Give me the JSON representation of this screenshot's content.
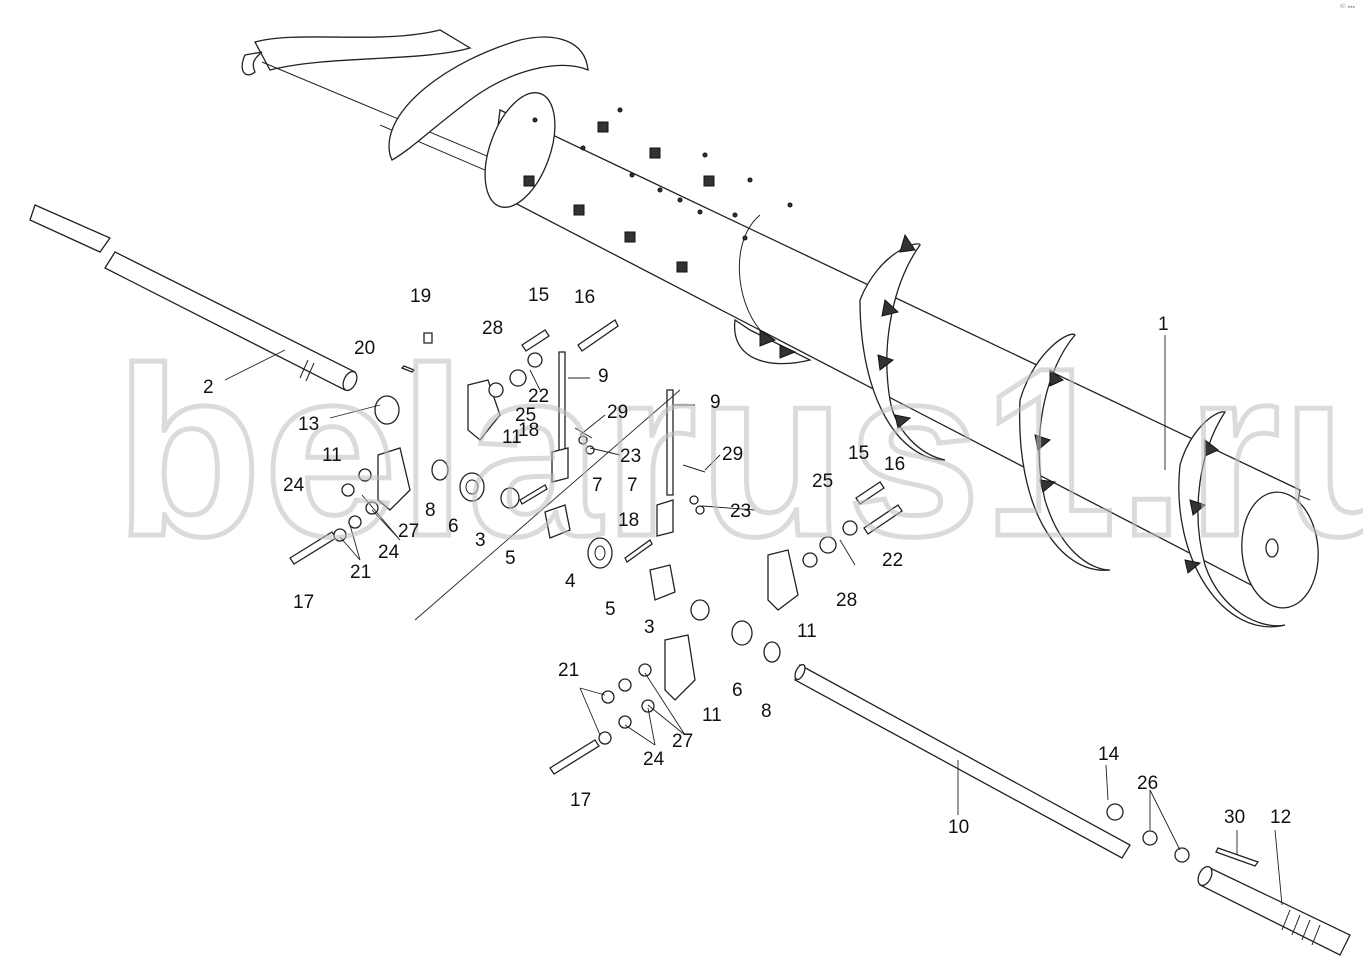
{
  "watermark": "belarus1.ru",
  "corner_mark": "ᵃᴰ ▪▪▪",
  "callouts": [
    {
      "id": "c1",
      "label": "1"
    },
    {
      "id": "c2",
      "label": "2"
    },
    {
      "id": "c3a",
      "label": "3"
    },
    {
      "id": "c3b",
      "label": "3"
    },
    {
      "id": "c4",
      "label": "4"
    },
    {
      "id": "c5a",
      "label": "5"
    },
    {
      "id": "c5b",
      "label": "5"
    },
    {
      "id": "c6a",
      "label": "6"
    },
    {
      "id": "c6b",
      "label": "6"
    },
    {
      "id": "c7a",
      "label": "7"
    },
    {
      "id": "c7b",
      "label": "7"
    },
    {
      "id": "c8a",
      "label": "8"
    },
    {
      "id": "c8b",
      "label": "8"
    },
    {
      "id": "c9a",
      "label": "9"
    },
    {
      "id": "c9b",
      "label": "9"
    },
    {
      "id": "c10",
      "label": "10"
    },
    {
      "id": "c11a",
      "label": "11"
    },
    {
      "id": "c11b",
      "label": "11"
    },
    {
      "id": "c11c",
      "label": "11"
    },
    {
      "id": "c11d",
      "label": "11"
    },
    {
      "id": "c12",
      "label": "12"
    },
    {
      "id": "c13",
      "label": "13"
    },
    {
      "id": "c14",
      "label": "14"
    },
    {
      "id": "c15a",
      "label": "15"
    },
    {
      "id": "c15b",
      "label": "15"
    },
    {
      "id": "c16a",
      "label": "16"
    },
    {
      "id": "c16b",
      "label": "16"
    },
    {
      "id": "c17a",
      "label": "17"
    },
    {
      "id": "c17b",
      "label": "17"
    },
    {
      "id": "c18a",
      "label": "18"
    },
    {
      "id": "c18b",
      "label": "18"
    },
    {
      "id": "c19",
      "label": "19"
    },
    {
      "id": "c20",
      "label": "20"
    },
    {
      "id": "c21a",
      "label": "21"
    },
    {
      "id": "c21b",
      "label": "21"
    },
    {
      "id": "c22a",
      "label": "22"
    },
    {
      "id": "c22b",
      "label": "22"
    },
    {
      "id": "c23a",
      "label": "23"
    },
    {
      "id": "c23b",
      "label": "23"
    },
    {
      "id": "c24a",
      "label": "24"
    },
    {
      "id": "c24b",
      "label": "24"
    },
    {
      "id": "c24c",
      "label": "24"
    },
    {
      "id": "c25a",
      "label": "25"
    },
    {
      "id": "c25b",
      "label": "25"
    },
    {
      "id": "c26",
      "label": "26"
    },
    {
      "id": "c27a",
      "label": "27"
    },
    {
      "id": "c27b",
      "label": "27"
    },
    {
      "id": "c28a",
      "label": "28"
    },
    {
      "id": "c28b",
      "label": "28"
    },
    {
      "id": "c29a",
      "label": "29"
    },
    {
      "id": "c29b",
      "label": "29"
    },
    {
      "id": "c30",
      "label": "30"
    }
  ]
}
